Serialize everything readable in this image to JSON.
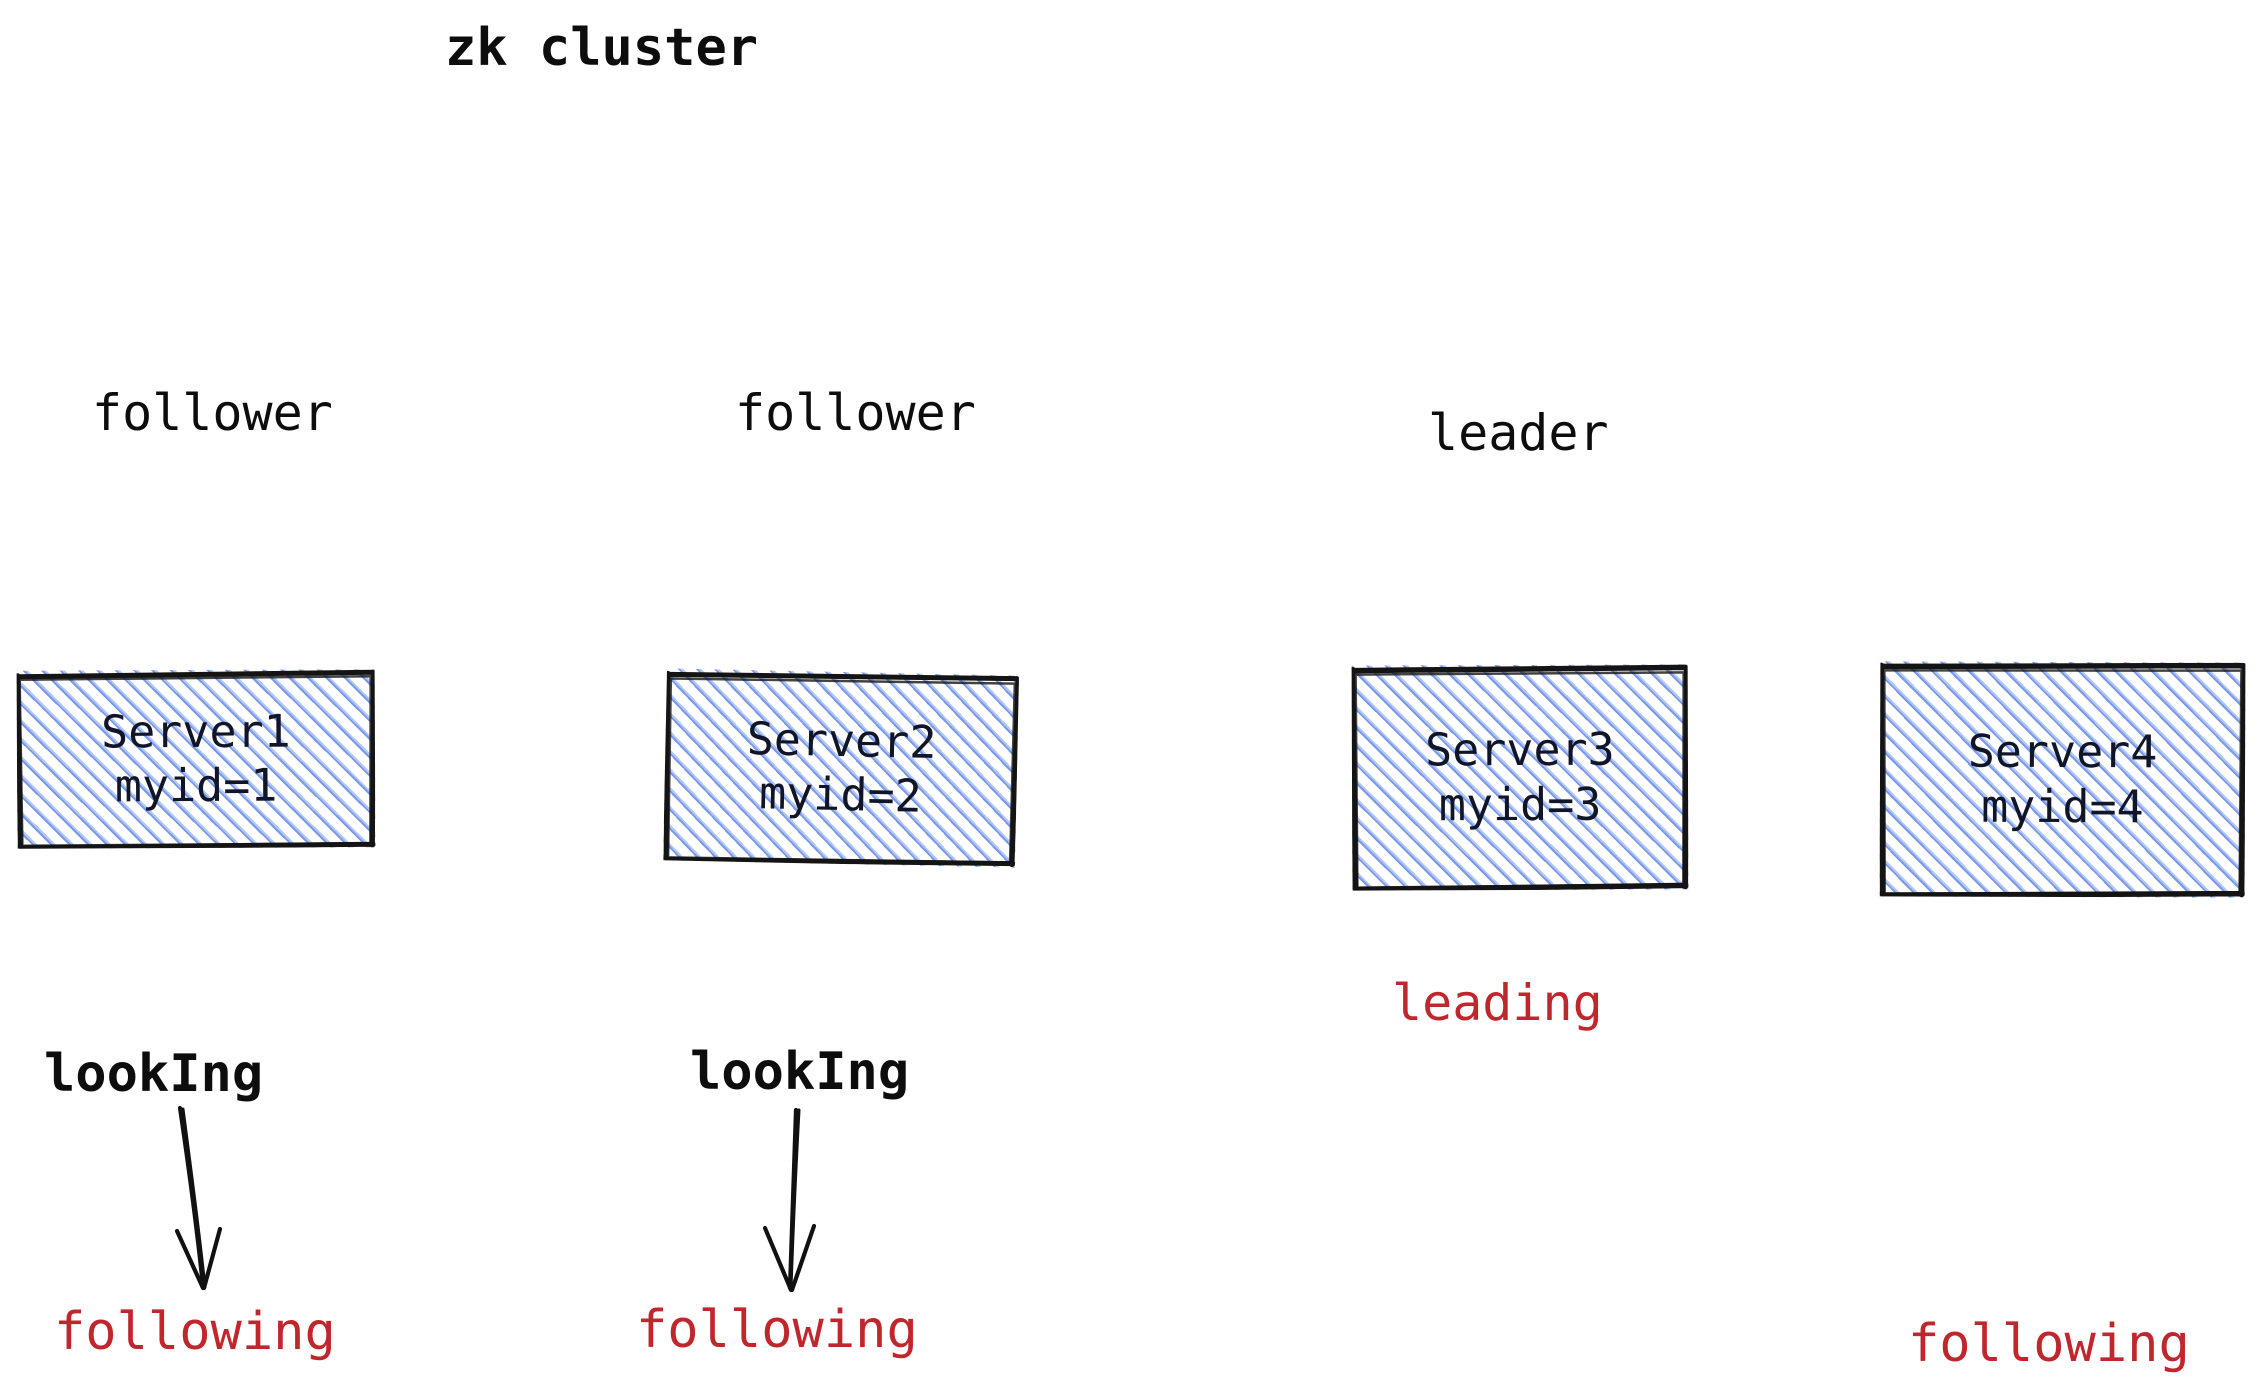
{
  "diagram": {
    "title": "zk cluster",
    "colors": {
      "ink": "#0d0d0d",
      "node_text": "#111528",
      "hatch_blue": "#7a9aea",
      "state_red": "#c0272d",
      "background": "#ffffff"
    }
  },
  "roles": [
    {
      "label": "follower"
    },
    {
      "label": "follower"
    },
    {
      "label": "leader"
    }
  ],
  "nodes": [
    {
      "name": "Server1",
      "myid": "myid=1"
    },
    {
      "name": "Server2",
      "myid": "myid=2"
    },
    {
      "name": "Server3",
      "myid": "myid=3"
    },
    {
      "name": "Server4",
      "myid": "myid=4"
    }
  ],
  "states": {
    "initial": [
      {
        "label": "lookIng"
      },
      {
        "label": "lookIng"
      }
    ],
    "final": [
      {
        "label": "following"
      },
      {
        "label": "following"
      },
      {
        "label": "leading"
      },
      {
        "label": "following"
      }
    ]
  },
  "transitions": [
    {
      "from": "lookIng",
      "to": "following"
    },
    {
      "from": "lookIng",
      "to": "following"
    }
  ]
}
